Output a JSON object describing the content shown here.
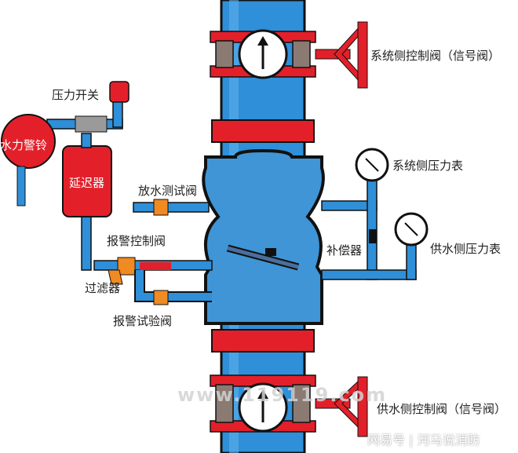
{
  "colors": {
    "pipe_blue": "#2f8fd8",
    "pipe_dark": "#1c5f9e",
    "flange_red": "#e3202a",
    "valve_body": "#3f95d6",
    "outline": "#111111",
    "orange": "#f08a22"
  },
  "labels": {
    "pressure_switch": "压力开关",
    "hydraulic_alarm": "水力警铃",
    "retard_chamber": "延迟器",
    "drain_test_valve": "放水测试阀",
    "alarm_control_valve": "报警控制阀",
    "strainer": "过滤器",
    "alarm_test_valve": "报警试验阀",
    "system_side_control_valve": "系统侧控制阀（信号阀）",
    "system_side_pressure_gauge": "系统侧压力表",
    "compensator": "补偿器",
    "supply_side_pressure_gauge": "供水侧压力表",
    "supply_side_control_valve": "供水侧控制阀（信号阀）"
  },
  "watermark": "www.119119.com",
  "brand": "河马说消防",
  "brand_prefix": "网易号"
}
